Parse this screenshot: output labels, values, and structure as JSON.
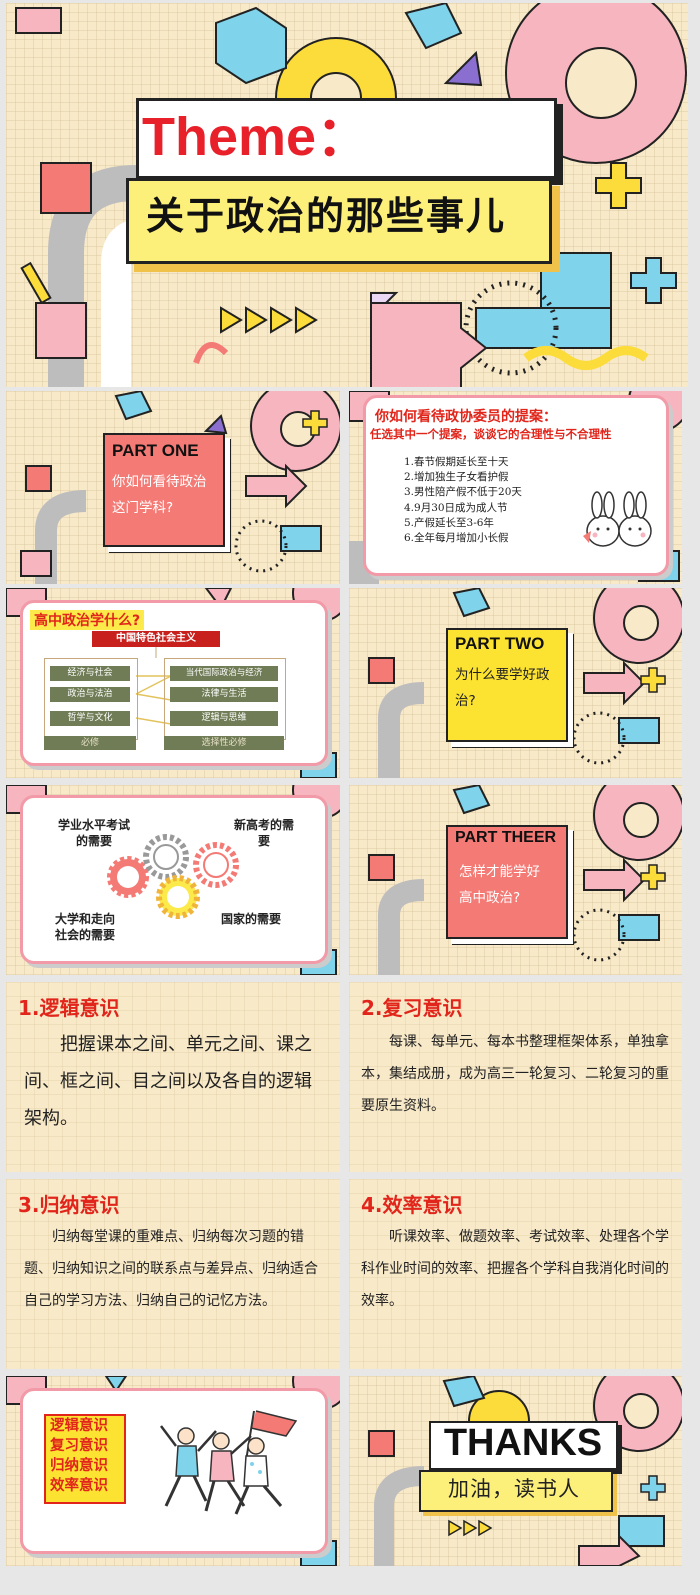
{
  "cover": {
    "theme_label": "Theme",
    "theme_colon": "：",
    "subtitle": "关于政治的那些事儿"
  },
  "part_one": {
    "label": "PART ONE",
    "question": "你如何看待政治这门学科?"
  },
  "proposal": {
    "title": "你如何看待政协委员的提案：",
    "instruction": "任选其中一个提案，谈谈它的合理性与不合理性",
    "items": [
      "1.春节假期延长至十天",
      "2.增加独生子女看护假",
      "3.男性陪产假不低于20天",
      "4.9月30日成为成人节",
      "5.产假延长至3-6年",
      "6.全年每月增加小长假"
    ]
  },
  "curriculum": {
    "title": "高中政治学什么?",
    "banner": "中国特色社会主义",
    "required": [
      "经济与社会",
      "政治与法治",
      "哲学与文化"
    ],
    "required_label": "必修",
    "elective": [
      "当代国际政治与经济",
      "法律与生活",
      "逻辑与思维"
    ],
    "elective_label": "选择性必修"
  },
  "part_two": {
    "label": "PART TWO",
    "question": "为什么要学好政治?"
  },
  "needs": {
    "top_left": "学业水平考试的需要",
    "top_right": "新高考的需要",
    "bottom_left": "大学和走向社会的需要",
    "bottom_right": "国家的需要"
  },
  "part_three": {
    "label": "PART THEER",
    "question": "怎样才能学好高中政治?"
  },
  "sections": [
    {
      "title": "1.逻辑意识",
      "body": "把握课本之间、单元之间、课之间、框之间、目之间以及各自的逻辑架构。"
    },
    {
      "title": "2.复习意识",
      "body": "每课、每单元、每本书整理框架体系，单独拿本，集结成册，成为高三一轮复习、二轮复习的重要原生资料。"
    },
    {
      "title": "3.归纳意识",
      "body": "归纳每堂课的重难点、归纳每次习题的错题、归纳知识之间的联系点与差异点、归纳适合自己的学习方法、归纳自己的记忆方法。"
    },
    {
      "title": "4.效率意识",
      "body": "听课效率、做题效率、考试效率、处理各个学科作业时间的效率、把握各个学科自我消化时间的效率。"
    }
  ],
  "summary": [
    "逻辑意识",
    "复习意识",
    "归纳意识",
    "效率意识"
  ],
  "thanks": {
    "title": "THANKS",
    "subtitle": "加油，读书人"
  },
  "colors": {
    "background": "#f8e9c8",
    "accent_red": "#e1251b",
    "yellow": "#fce94a",
    "pink": "#f29aa7",
    "cyan": "#7fd3ea",
    "purple": "#8a6fd1",
    "salmon": "#f47a75"
  }
}
